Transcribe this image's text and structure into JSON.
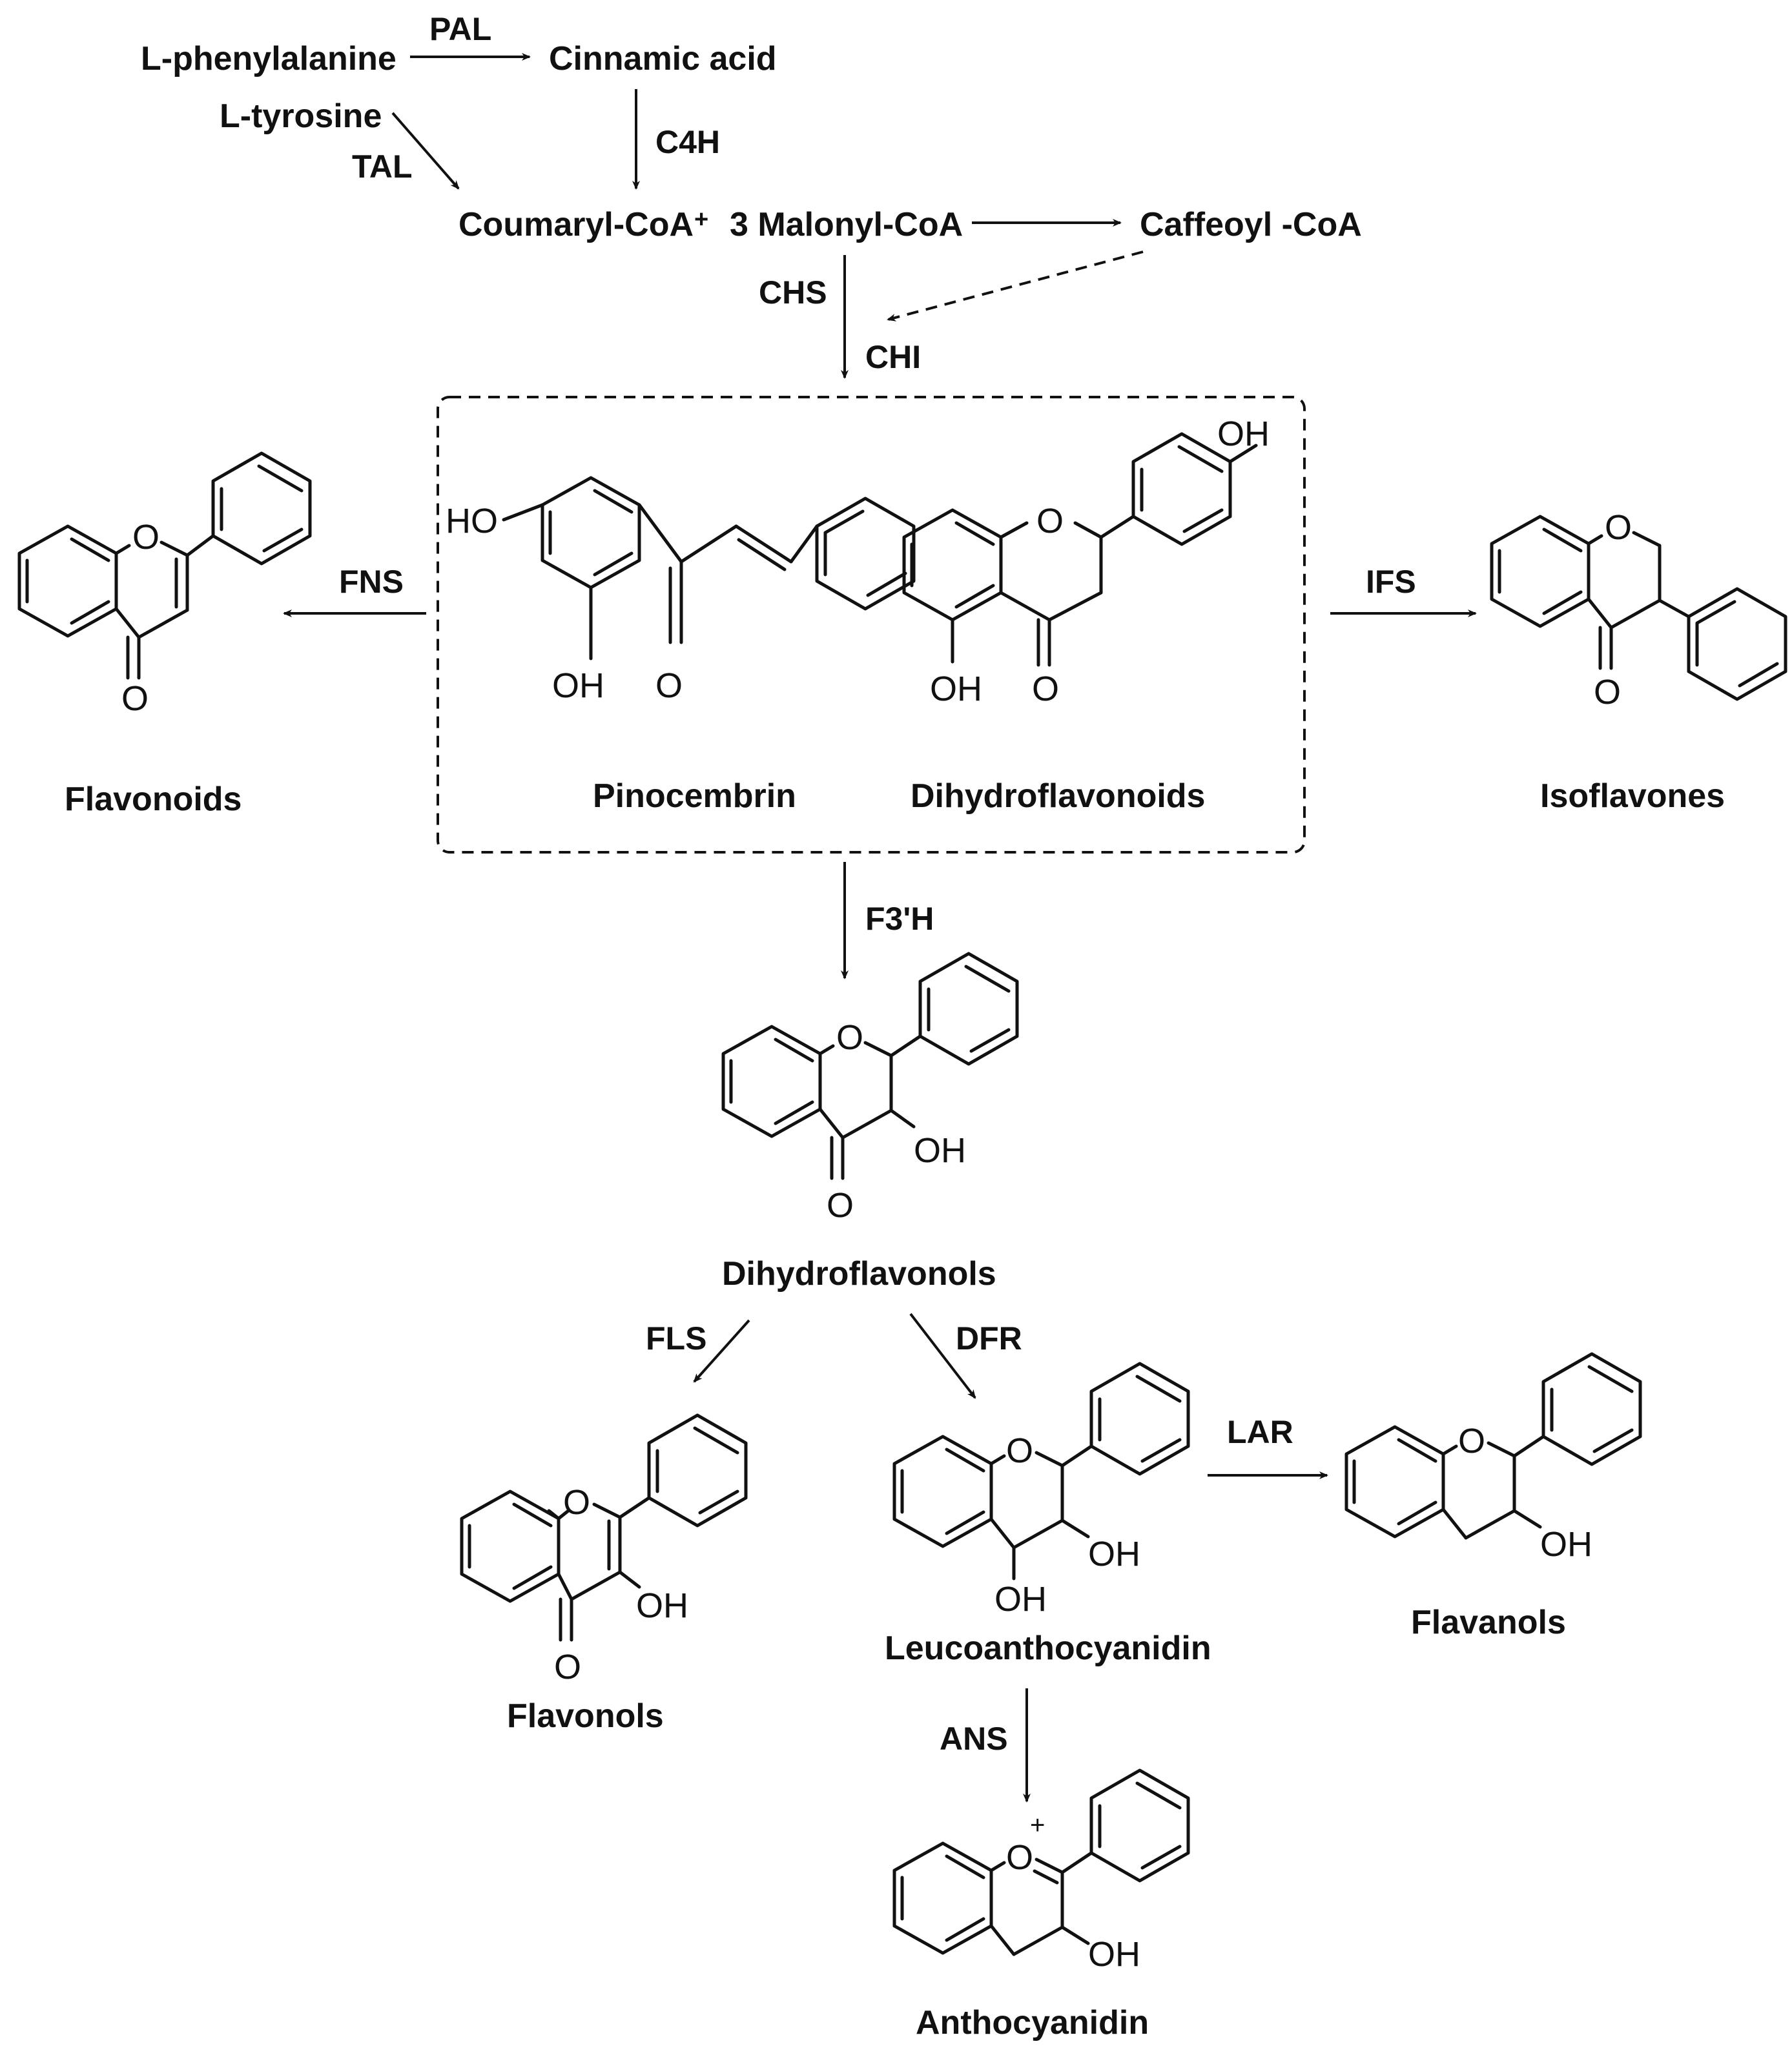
{
  "precursors": {
    "phenylalanine": "L-phenylalanine",
    "tyrosine": "L-tyrosine",
    "cinnamic": "Cinnamic acid",
    "coumaryl": "Coumaryl-CoA",
    "plus": "+",
    "malonyl": "3 Malonyl-CoA",
    "caffeoyl": "Caffeoyl -CoA"
  },
  "enzymes": {
    "pal": "PAL",
    "tal": "TAL",
    "c4h": "C4H",
    "chs": "CHS",
    "chi": "CHI",
    "fns": "FNS",
    "ifs": "IFS",
    "f3h": "F3'H",
    "fls": "FLS",
    "dfr": "DFR",
    "lar": "LAR",
    "ans": "ANS"
  },
  "compounds": {
    "flavonoids": "Flavonoids",
    "pinocembrin": "Pinocembrin",
    "dihydroflavonoids": "Dihydroflavonoids",
    "isoflavones": "Isoflavones",
    "dihydroflavonols": "Dihydroflavonols",
    "flavonols": "Flavonols",
    "leucoanthocyanidin": "Leucoanthocyanidin",
    "flavanols": "Flavanols",
    "anthocyanidin": "Anthocyanidin"
  },
  "atoms": {
    "o": "O",
    "oh": "OH",
    "ho": "HO",
    "plus": "+"
  },
  "colors": {
    "ink": "#111111",
    "background": "#ffffff"
  }
}
